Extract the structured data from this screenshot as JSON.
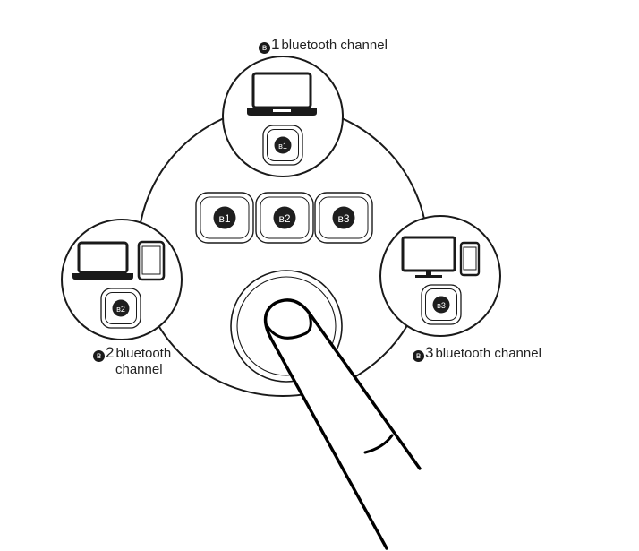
{
  "colors": {
    "stroke": "#1a1a1a",
    "button_fill": "#1e1e1e",
    "button_text": "#ffffff",
    "background": "#ffffff"
  },
  "icons": {
    "bluetooth": "bluetooth-icon",
    "laptop": "laptop-icon",
    "tablet": "tablet-icon",
    "phone": "phone-icon",
    "monitor": "monitor-icon",
    "finger": "finger-icon"
  },
  "center_buttons": [
    {
      "number": "1"
    },
    {
      "number": "2"
    },
    {
      "number": "3"
    }
  ],
  "channels": [
    {
      "number": "1",
      "label": "bluetooth channel"
    },
    {
      "number": "2",
      "label_line1": "bluetooth",
      "label_line2": "channel"
    },
    {
      "number": "3",
      "label": "bluetooth channel"
    }
  ]
}
